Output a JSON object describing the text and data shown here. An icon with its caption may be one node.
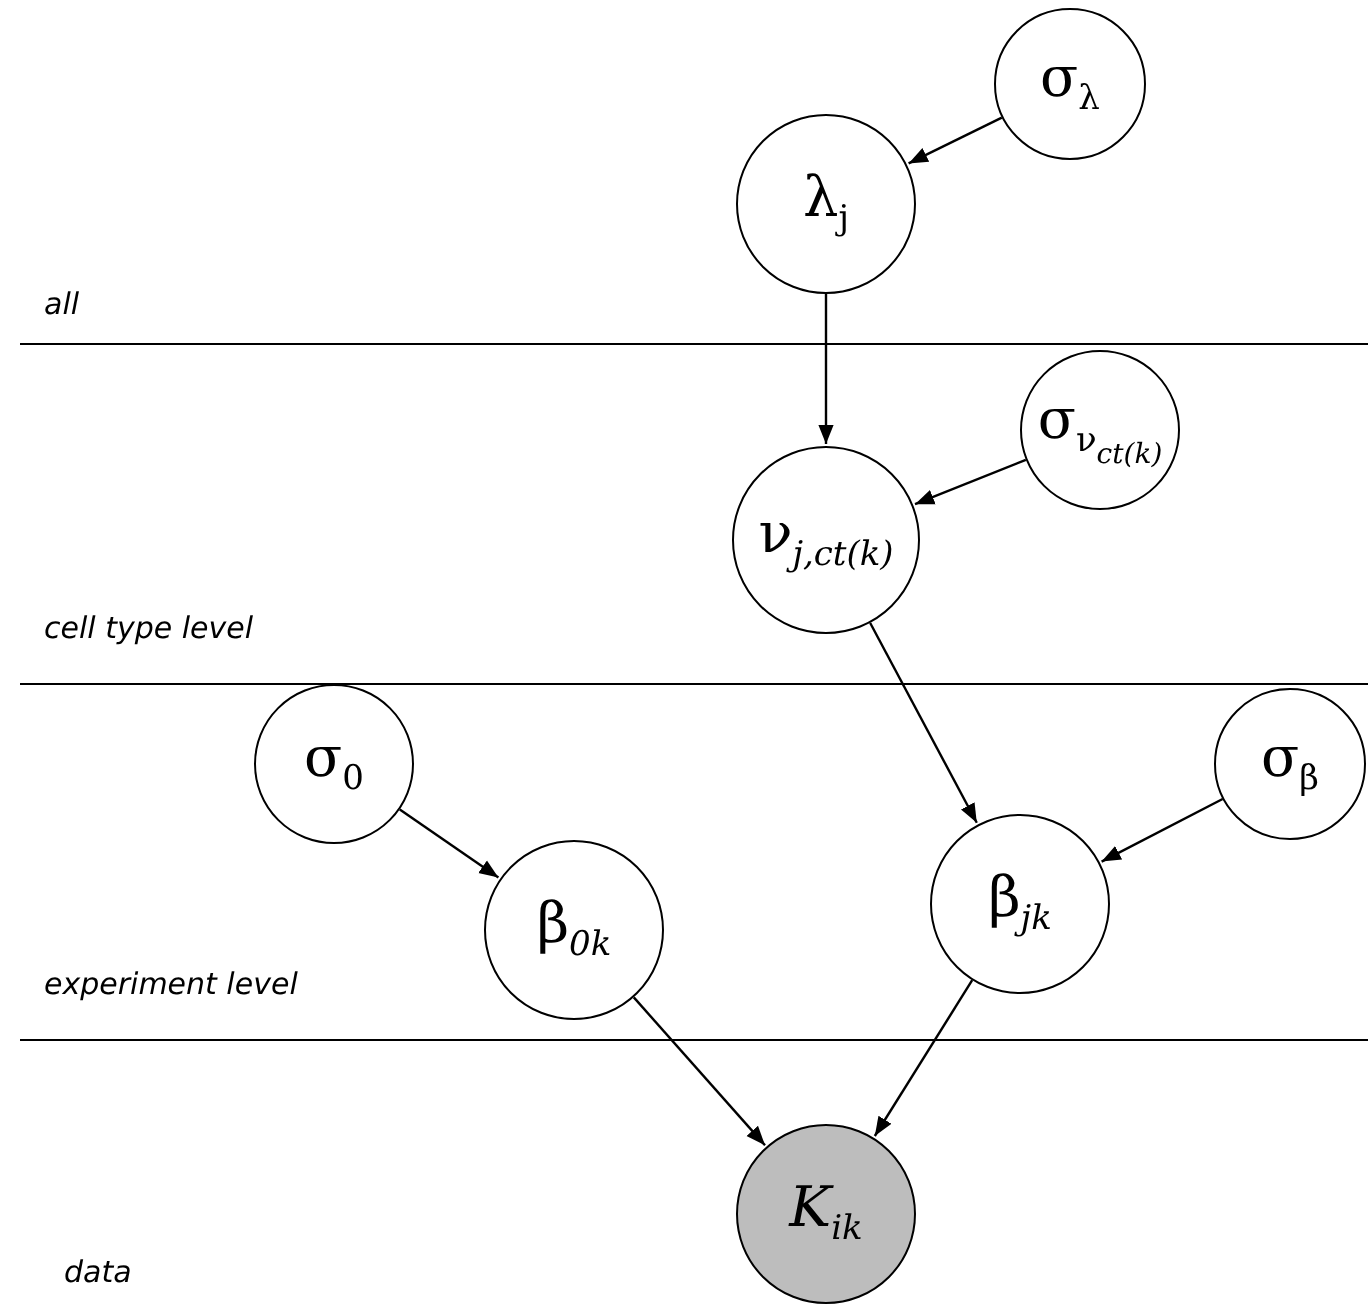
{
  "diagram": {
    "nodes": [
      {
        "text": [
          "σ$_{λ}$"
        ]
      },
      {
        "text": [
          "λ$_{j}$"
        ]
      },
      {
        "text": [
          "σ$_{ν}$$_{ct(k)}$"
        ]
      },
      {
        "text": [
          "ν$_{j,ct(k)}$"
        ]
      },
      {
        "text": [
          "σ$_{0}$"
        ]
      },
      {
        "text": [
          "β$_{0k}$"
        ]
      },
      {
        "text": [
          "σ$_{β}$"
        ]
      },
      {
        "text": [
          "β$_{jk}$"
        ]
      },
      {
        "text": [
          "K$_{ik}$"
        ]
      }
    ],
    "edges": [
      {
        "from": 0,
        "to": 1,
        "arrow": "to"
      },
      {
        "from": 1,
        "to": 3,
        "arrow": "to"
      },
      {
        "from": 2,
        "to": 3,
        "arrow": "to"
      },
      {
        "from": 3,
        "to": 7,
        "arrow": "to"
      },
      {
        "from": 4,
        "to": 5,
        "arrow": "to"
      },
      {
        "from": 6,
        "to": 7,
        "arrow": "to"
      },
      {
        "from": 5,
        "to": 8,
        "arrow": "to"
      },
      {
        "from": 7,
        "to": 8,
        "arrow": "to"
      }
    ],
    "labels": [
      "all",
      "cell type level",
      "experiment level",
      "data"
    ]
  }
}
